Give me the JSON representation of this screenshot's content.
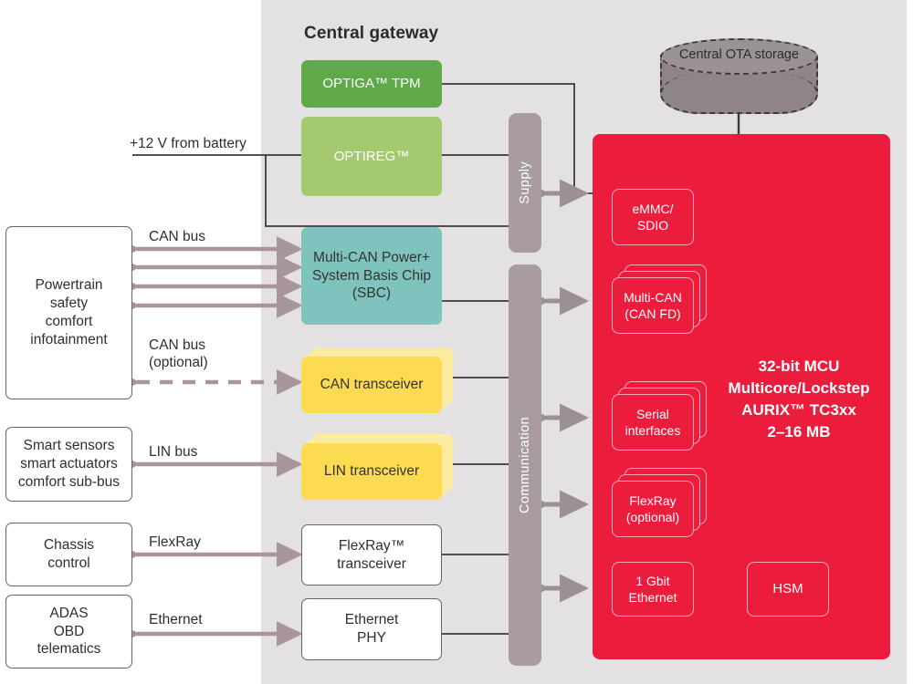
{
  "diagram": {
    "title": "Central gateway",
    "colors": {
      "panel_bg": "#e3e1e2",
      "mcu_red": "#ec1c3c",
      "green_dark": "#5fa94a",
      "green_light": "#a5c96f",
      "teal": "#7ec3bd",
      "yellow": "#fcdb52",
      "bar_gray": "#a89ca0",
      "storage_gray": "#8f8589",
      "arrow_mauve": "#a9969c",
      "wire_dark": "#3a3a3a"
    }
  },
  "external_blocks": [
    {
      "id": "powertrain",
      "label": "Powertrain\nsafety\ncomfort\ninfotainment"
    },
    {
      "id": "smart-sensors",
      "label": "Smart sensors\nsmart actuators\ncomfort sub-bus"
    },
    {
      "id": "chassis",
      "label": "Chassis\ncontrol"
    },
    {
      "id": "adas",
      "label": "ADAS\nOBD\ntelematics"
    }
  ],
  "bus_labels": {
    "can": "CAN bus",
    "can_optional": "CAN bus\n(optional)",
    "lin": "LIN bus",
    "flexray": "FlexRay",
    "ethernet": "Ethernet",
    "power": "+12 V  from battery"
  },
  "gateway_blocks": [
    {
      "id": "optiga-tpm",
      "label": "OPTIGA™ TPM"
    },
    {
      "id": "optireg",
      "label": "OPTIREG™"
    },
    {
      "id": "sbc",
      "label": "Multi-CAN Power+\nSystem Basis Chip\n(SBC)"
    },
    {
      "id": "can-transceiver",
      "label": "CAN transceiver"
    },
    {
      "id": "lin-transceiver",
      "label": "LIN transceiver"
    },
    {
      "id": "flexray-transceiver",
      "label": "FlexRay™\ntransceiver"
    },
    {
      "id": "ethernet-phy",
      "label": "Ethernet\nPHY"
    }
  ],
  "bars": [
    {
      "id": "supply",
      "label": "Supply"
    },
    {
      "id": "communication",
      "label": "Communication"
    }
  ],
  "storage": {
    "label": "Central OTA storage"
  },
  "mcu": {
    "title": "32-bit MCU\nMulticore/Lockstep\nAURIX™ TC3xx\n2–16 MB",
    "blocks": [
      {
        "id": "emmc-sdio",
        "label": "eMMC/\nSDIO",
        "stacked": false
      },
      {
        "id": "multi-can",
        "label": "Multi-CAN\n(CAN FD)",
        "stacked": true
      },
      {
        "id": "serial",
        "label": "Serial\ninterfaces",
        "stacked": true
      },
      {
        "id": "flexray",
        "label": "FlexRay\n(optional)",
        "stacked": true
      },
      {
        "id": "gbit-eth",
        "label": "1 Gbit\nEthernet",
        "stacked": false
      },
      {
        "id": "hsm",
        "label": "HSM",
        "stacked": false
      }
    ]
  }
}
